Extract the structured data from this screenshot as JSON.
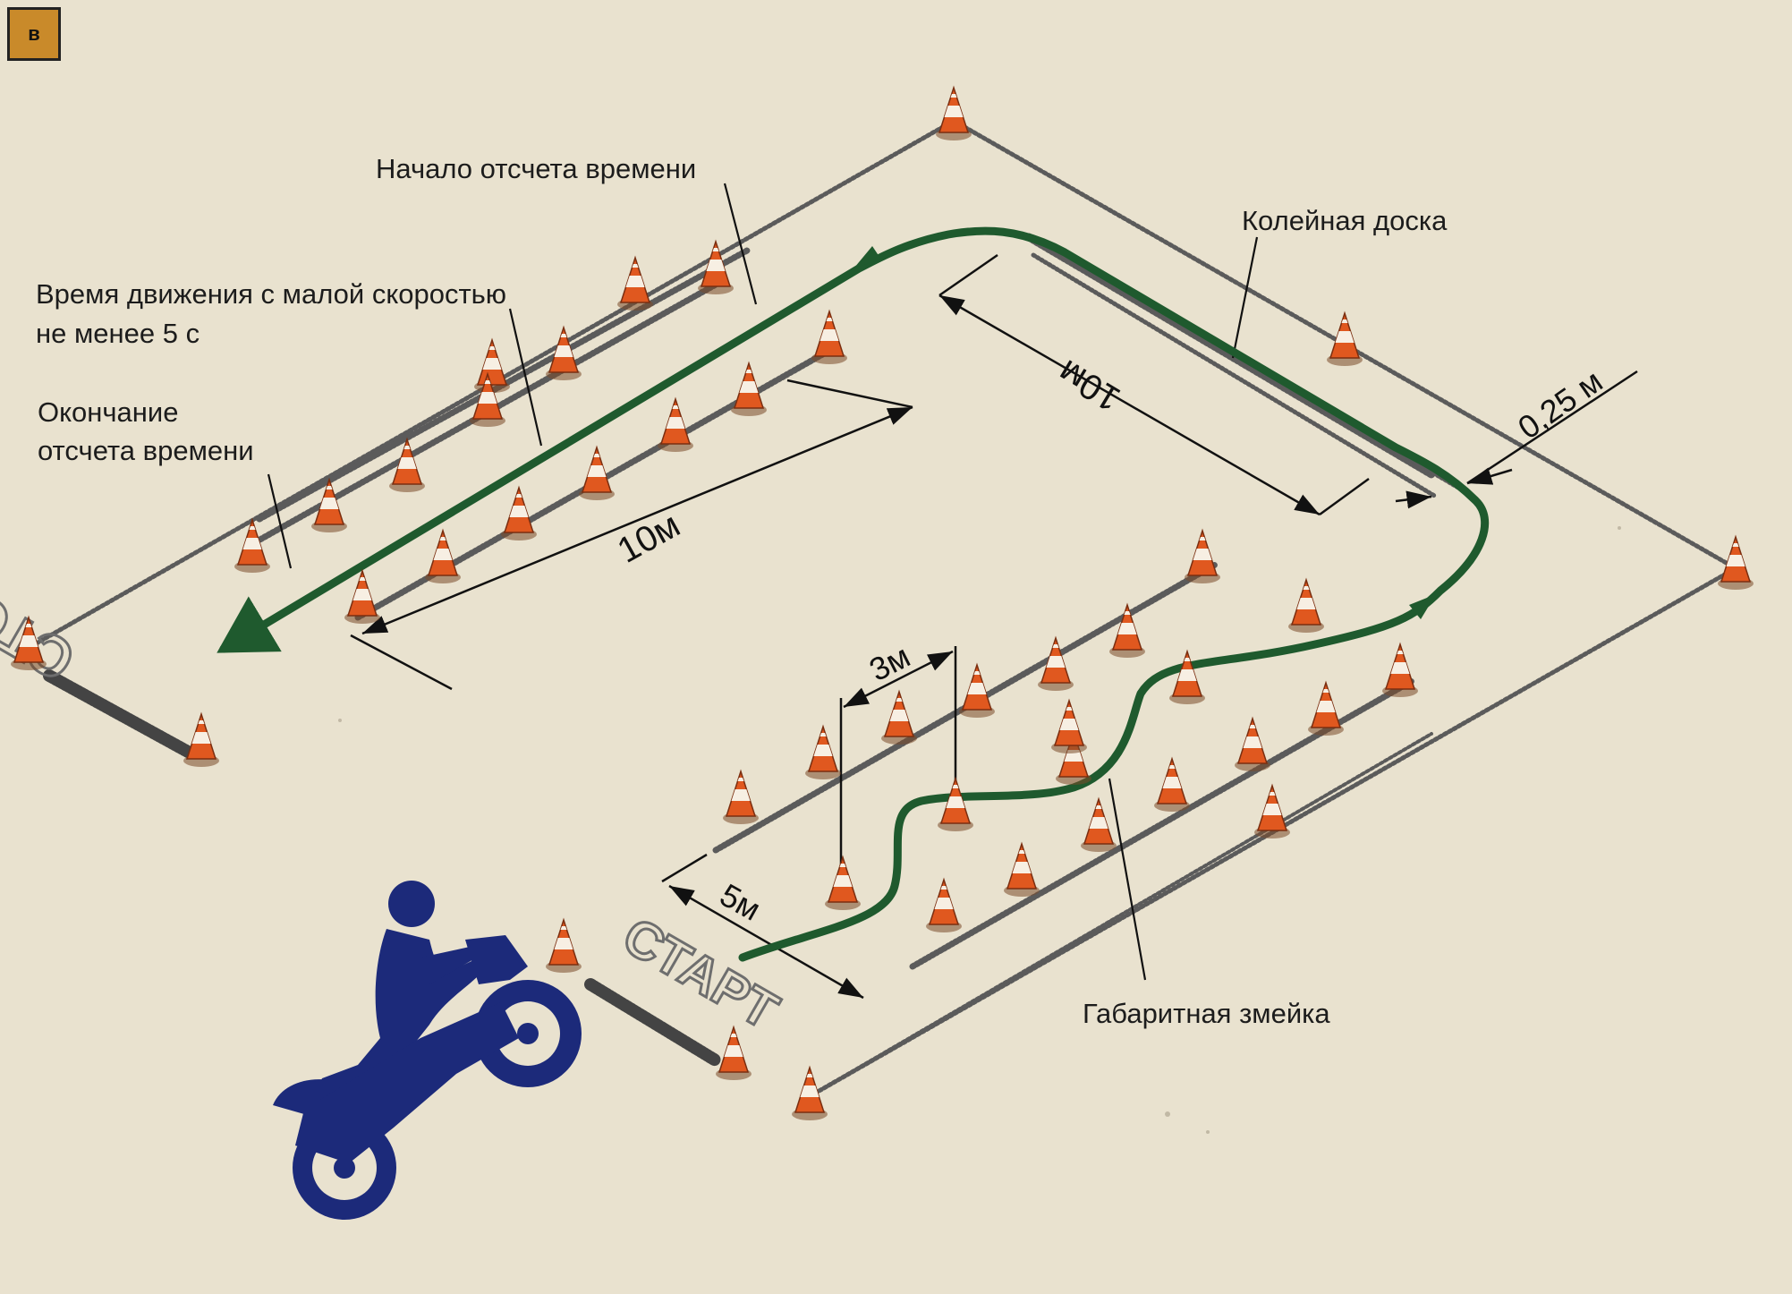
{
  "badge": "в",
  "labels": {
    "timing_start": "Начало отсчета времени",
    "slow_time_1": "Время движения с малой скоростью",
    "slow_time_2": "не менее  5 с",
    "timing_end_1": "Окончание",
    "timing_end_2": "отсчета времени",
    "track_board": "Колейная доска",
    "gabarit_snake": "Габаритная змейка"
  },
  "dimensions": {
    "lane_length": "10м",
    "board_length": "10м",
    "board_gap": "0,25 м",
    "snake_spacing": "3м",
    "snake_entry": "5м"
  },
  "markings": {
    "start": "СТАРТ",
    "stop": "СТОП"
  },
  "icons": {
    "cone": "traffic-cone-icon",
    "rider": "motorcycle-rider-icon",
    "route": "green-route-arrow"
  },
  "colors": {
    "background": "#e9e2cf",
    "route": "#1f5a2e",
    "cone_orange": "#e0581f",
    "rider": "#1c2a7a",
    "badge": "#c98a2a"
  }
}
